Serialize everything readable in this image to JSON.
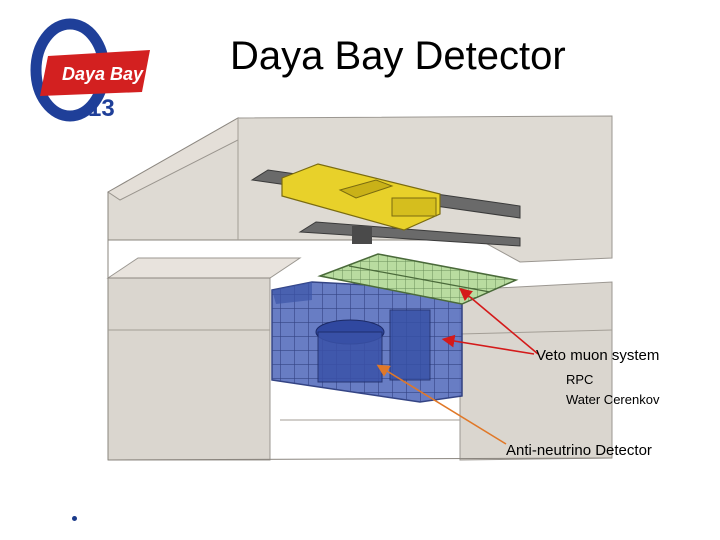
{
  "title": "Daya Bay Detector",
  "logo": {
    "text": "Daya Bay",
    "number": "13",
    "glyph": "θ"
  },
  "labels": {
    "veto": "Veto muon system",
    "rpc": "RPC",
    "water": "Water Cerenkov",
    "antineutrino": "Anti-neutrino Detector"
  },
  "colors": {
    "veto_arrow": "#d41a1a",
    "ad_arrow": "#e07828",
    "pool": "#3c56a8",
    "rpc": "#b9dca0",
    "crane": "#e8d12a",
    "hall": "#d9d4cc",
    "logo_blue": "#1f3f99",
    "logo_red": "#d32020"
  }
}
